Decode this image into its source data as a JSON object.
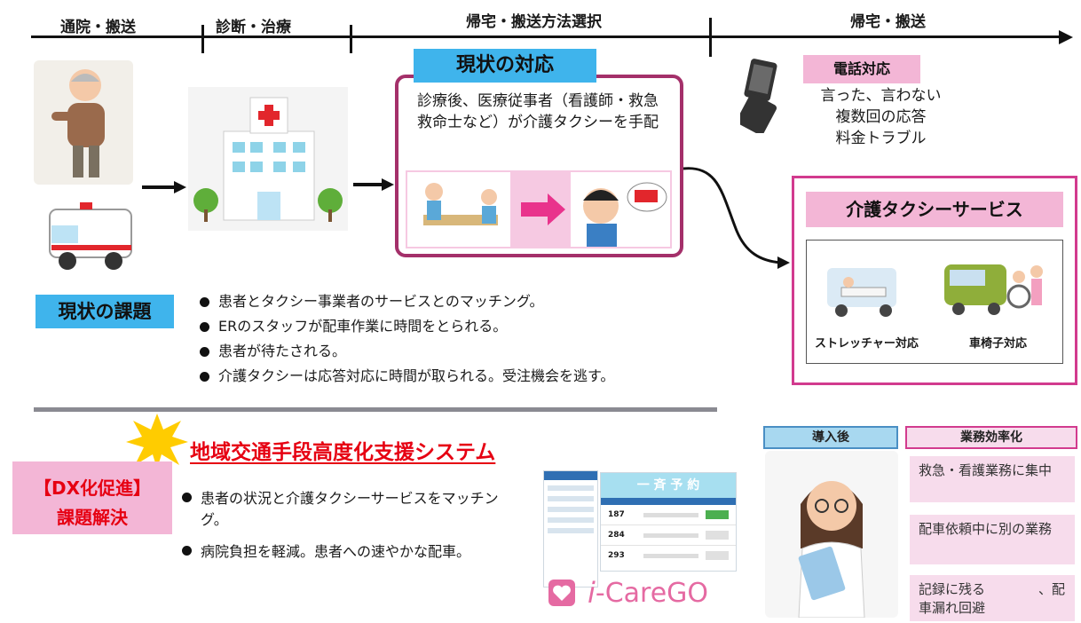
{
  "timeline": {
    "phases": [
      "通院・搬送",
      "診断・治療",
      "帰宅・搬送方法選択",
      "帰宅・搬送"
    ]
  },
  "current": {
    "title": "現状の対応",
    "text": "診療後、医療従事者（看護師・救急救命士など）が介護タクシーを手配"
  },
  "phone": {
    "label": "電話対応",
    "lines": [
      "言った、言わない",
      "複数回の応答",
      "料金トラブル"
    ]
  },
  "taxi_service": {
    "title": "介護タクシーサービス",
    "stretcher": "ストレッチャー対応",
    "wheelchair": "車椅子対応"
  },
  "issues": {
    "label": "現状の課題",
    "items": [
      "患者とタクシー事業者のサービスとのマッチング。",
      "ERのスタッフが配車作業に時間をとられる。",
      "患者が待たされる。",
      "介護タクシーは応答対応に時間が取られる。受注機会を逃す。"
    ]
  },
  "dx": {
    "label_line1": "【DX化促進】",
    "label_line2": "課題解決",
    "system_title": "地域交通手段高度化支援システム",
    "items": [
      "患者の状況と介護タクシーサービスをマッチング。",
      "病院負担を軽減。患者への速やかな配車。"
    ],
    "app_header": "一 斉 予 約",
    "rows": [
      "187",
      "284",
      "293"
    ],
    "logo_prefix": "i",
    "logo_text": "-CareGO"
  },
  "after": {
    "label": "導入後",
    "efficiency_label": "業務効率化",
    "items": [
      "救急・看護業務に集中",
      "配車依頼中に別の業務",
      "記録に残る　　　　、配車漏れ回避"
    ]
  },
  "colors": {
    "magenta": "#d23b8e",
    "blue_label": "#3fb4ec",
    "pink_bg": "#f3b6d6",
    "red_title": "#e60012"
  }
}
